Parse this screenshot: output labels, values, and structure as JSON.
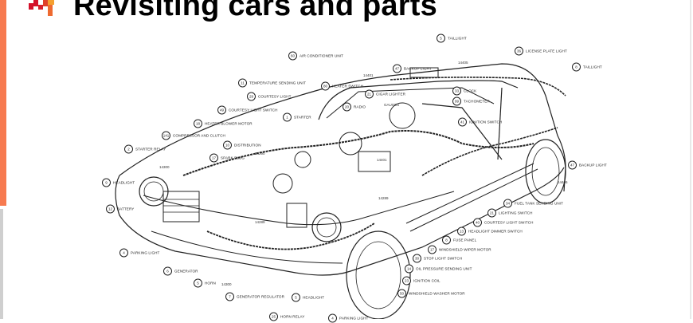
{
  "slide": {
    "title": "Revisiting cars and parts",
    "accent_color": "#f77a50",
    "logo_colors": [
      "#d4102a",
      "#f4a030"
    ]
  },
  "diagram": {
    "gauges_label": "GAUGES",
    "callouts": [
      {
        "num": "60",
        "text": "AIR CONDITIONER UNIT"
      },
      {
        "num": "11",
        "text": "TEMPERATURE SENDING UNIT"
      },
      {
        "num": "80",
        "text": "HEATER SWITCH"
      },
      {
        "num": "29",
        "text": "COURTESY LIGHT"
      },
      {
        "num": "21",
        "text": "CIGAR LIGHTER"
      },
      {
        "num": "49",
        "text": "COURTESY LIGHT SWITCH"
      },
      {
        "num": "20",
        "text": "RADIO"
      },
      {
        "num": "1",
        "text": "STARTER"
      },
      {
        "num": "18",
        "text": "HEATER BLOWER MOTOR"
      },
      {
        "num": "141",
        "text": "COMPRESSOR AND CLUTCH"
      },
      {
        "num": "10",
        "text": "DISTRIBUTION"
      },
      {
        "num": "2",
        "text": "STARTER RELAY"
      },
      {
        "num": "17",
        "text": "SPARK PLUG"
      },
      {
        "num": "5",
        "text": "TAILLIGHT"
      },
      {
        "num": "36",
        "text": "LICENSE PLATE LIGHT"
      },
      {
        "num": "47",
        "text": "BACKUP LIGHT"
      },
      {
        "num": "8",
        "text": "TAILLIGHT"
      },
      {
        "num": "33",
        "text": "CLOCK"
      },
      {
        "num": "99",
        "text": "TACHOMETER"
      },
      {
        "num": "41",
        "text": "IGNITION SWITCH"
      },
      {
        "num": "47",
        "text": "BACKUP LIGHT"
      },
      {
        "num": "9",
        "text": "HEADLIGHT"
      },
      {
        "num": "12",
        "text": "BATTERY"
      },
      {
        "num": "4",
        "text": "PARKING LIGHT"
      },
      {
        "num": "6",
        "text": "GENERATOR"
      },
      {
        "num": "5",
        "text": "HORN"
      },
      {
        "num": "7",
        "text": "GENERATOR REGULATOR"
      },
      {
        "num": "5",
        "text": "HEADLIGHT"
      },
      {
        "num": "25",
        "text": "HORN RELAY"
      },
      {
        "num": "4",
        "text": "PARKING LIGHT"
      },
      {
        "num": "34",
        "text": "FUEL TANK SENDING UNIT"
      },
      {
        "num": "21",
        "text": "LIGHTING SWITCH"
      },
      {
        "num": "40",
        "text": "COURTESY LIGHT SWITCH"
      },
      {
        "num": "13",
        "text": "HEADLIGHT DIMMER SWITCH"
      },
      {
        "num": "8",
        "text": "FUSE PANEL"
      },
      {
        "num": "17",
        "text": "WINDSHIELD WIPER MOTOR"
      },
      {
        "num": "30",
        "text": "STOP LIGHT SWITCH"
      },
      {
        "num": "14",
        "text": "OIL PRESSURE SENDING UNIT"
      },
      {
        "num": "23",
        "text": "IGNITION COIL"
      },
      {
        "num": "50",
        "text": "WINDSHIELD WASHER MOTOR"
      }
    ],
    "part_numbers": [
      "14401",
      "14405",
      "14290",
      "14300",
      "14289",
      "14300",
      "14401",
      "14289",
      "14405"
    ]
  }
}
